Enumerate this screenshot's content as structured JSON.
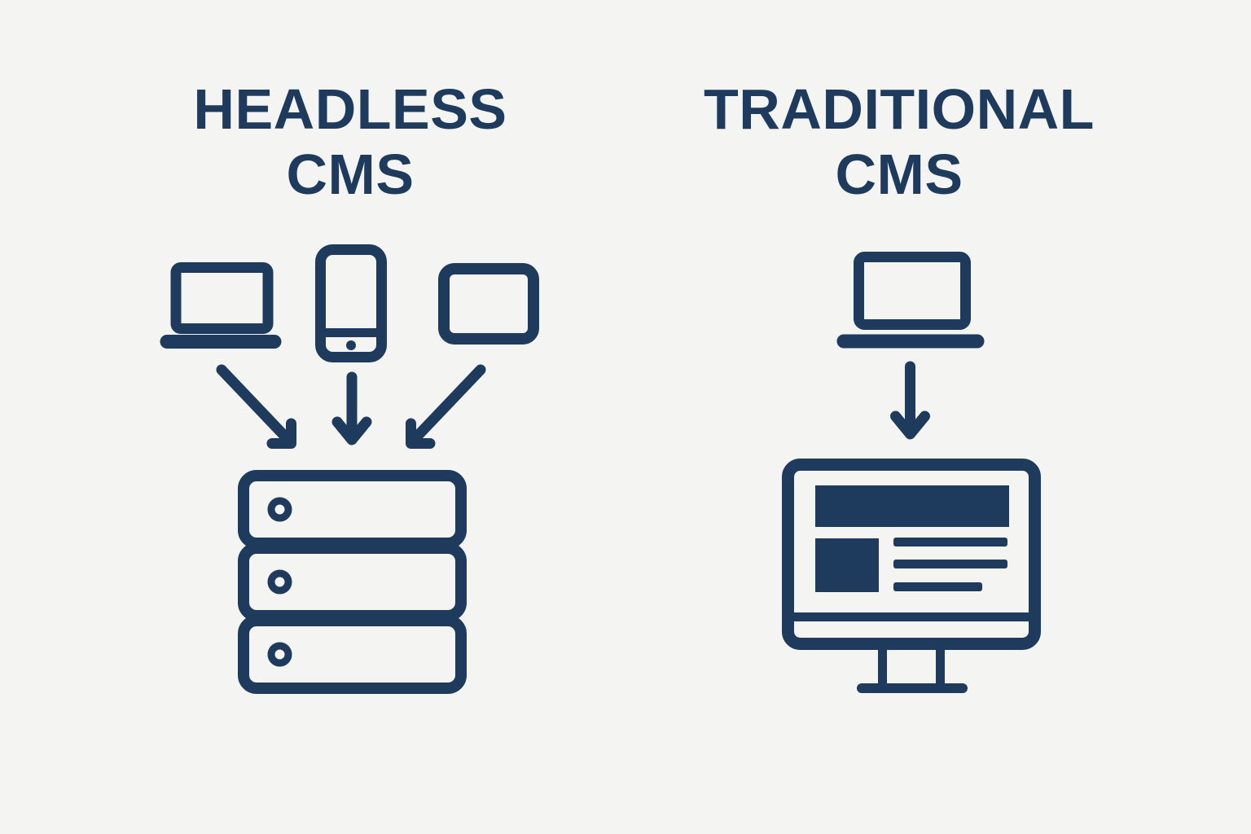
{
  "colors": {
    "ink": "#1e3a5c",
    "background": "#f4f4f2"
  },
  "panels": {
    "headless": {
      "title_line1": "HEADLESS",
      "title_line2": "CMS",
      "source_icons": [
        "laptop-icon",
        "smartphone-icon",
        "tablet-icon"
      ],
      "arrow_icons": [
        "down-right-arrow-icon",
        "down-arrow-icon",
        "down-left-arrow-icon"
      ],
      "destination_icon": "server-stack-icon"
    },
    "traditional": {
      "title_line1": "TRADITIONAL",
      "title_line2": "CMS",
      "source_icons": [
        "laptop-icon"
      ],
      "arrow_icons": [
        "down-arrow-icon"
      ],
      "destination_icon": "desktop-monitor-webpage-icon"
    }
  }
}
